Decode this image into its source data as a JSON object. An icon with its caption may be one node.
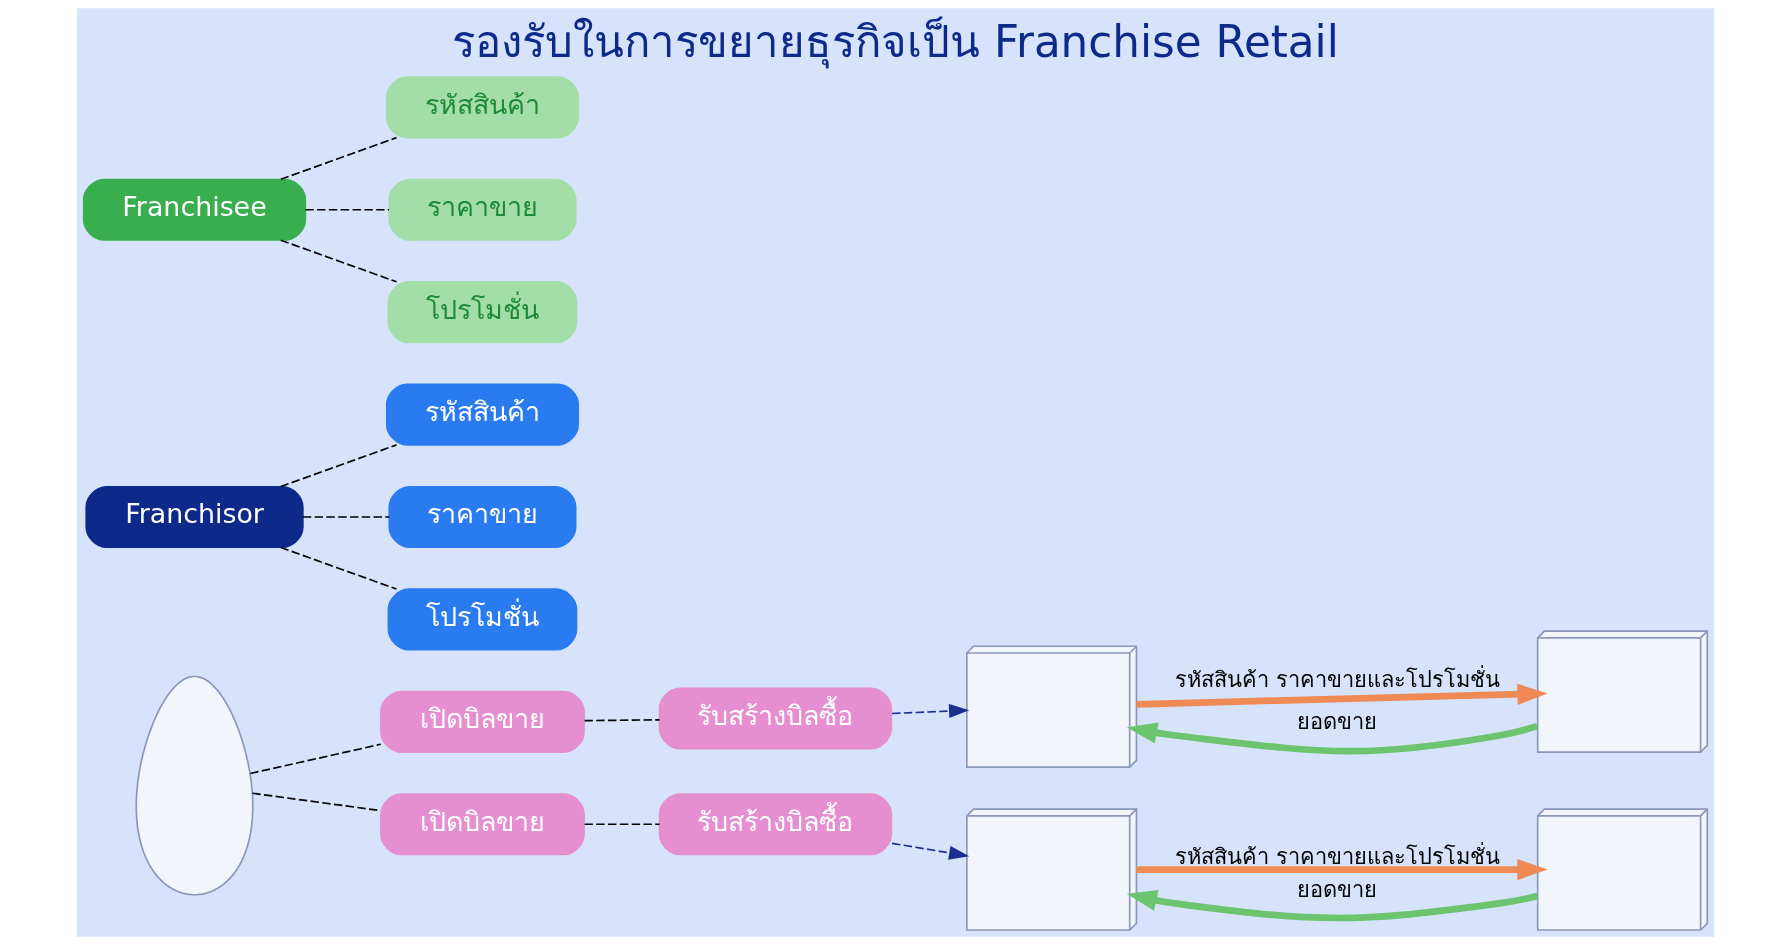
{
  "diagram": {
    "title": "รองรับในการขยายธุรกิจเป็น Franchise Retail",
    "nodes": [
      {
        "text": [],
        "shape": "person"
      },
      {
        "text": [
          "Franchisor"
        ]
      },
      {
        "text": [
          "รหัสสินค้า"
        ]
      },
      {
        "text": [
          "ราคาขาย"
        ]
      },
      {
        "text": [
          "โปรโมชั่น"
        ]
      },
      {
        "text": [
          "เปิดบิลขาย"
        ]
      },
      {
        "text": [
          "รับสร้างบิลซื้อ"
        ]
      },
      {
        "text": [],
        "shape": "picture"
      },
      {
        "text": [
          "Franchisee"
        ]
      },
      {
        "text": [
          "รหัสสินค้า"
        ]
      },
      {
        "text": [
          "ราคาขาย"
        ]
      },
      {
        "text": [
          "โปรโมชั่น"
        ]
      },
      {
        "text": [],
        "shape": "picture"
      },
      {
        "text": [
          "เปิดบิลขาย"
        ]
      },
      {
        "text": [
          "รับสร้างบิลซื้อ"
        ]
      },
      {
        "text": [],
        "shape": "picture"
      },
      {
        "text": [],
        "shape": "picture"
      }
    ],
    "edges": [
      {
        "from": 1,
        "to": 2,
        "arrow": "none",
        "style": "dashed"
      },
      {
        "from": 1,
        "to": 3,
        "arrow": "none",
        "style": "dashed"
      },
      {
        "from": 1,
        "to": 4,
        "arrow": "none",
        "style": "dashed"
      },
      {
        "from": 0,
        "to": 5,
        "arrow": "none",
        "style": "dashed"
      },
      {
        "from": 5,
        "to": 6,
        "arrow": "none",
        "style": "dashed"
      },
      {
        "from": 6,
        "to": 7,
        "arrow": "to",
        "style": "dashed",
        "color": "#1a2f8f"
      },
      {
        "from": 8,
        "to": 9,
        "arrow": "none",
        "style": "dashed"
      },
      {
        "from": 8,
        "to": 10,
        "arrow": "none",
        "style": "dashed"
      },
      {
        "from": 8,
        "to": 11,
        "arrow": "none",
        "style": "dashed"
      },
      {
        "from": 0,
        "to": 13,
        "arrow": "none",
        "style": "dashed"
      },
      {
        "from": 13,
        "to": 14,
        "arrow": "none",
        "style": "dashed"
      },
      {
        "from": 14,
        "to": 12,
        "arrow": "to",
        "style": "dashed",
        "color": "#1a2f8f"
      },
      {
        "from": 7,
        "to": 15,
        "arrow": "to",
        "label": "รหัสสินค้า ราคาขายและโปรโมชั่น",
        "style": "thick",
        "color": "#ef8a55"
      },
      {
        "from": 15,
        "to": 7,
        "arrow": "to",
        "label": "ยอดขาย",
        "style": "thick",
        "color": "#6cc46f"
      },
      {
        "from": 12,
        "to": 16,
        "arrow": "to",
        "label": "รหัสสินค้า ราคาขายและโปรโมชั่น",
        "style": "thick",
        "color": "#ef8a55"
      },
      {
        "from": 16,
        "to": 12,
        "arrow": "to",
        "label": "ยอดขาย",
        "style": "thick",
        "color": "#6cc46f"
      }
    ]
  }
}
